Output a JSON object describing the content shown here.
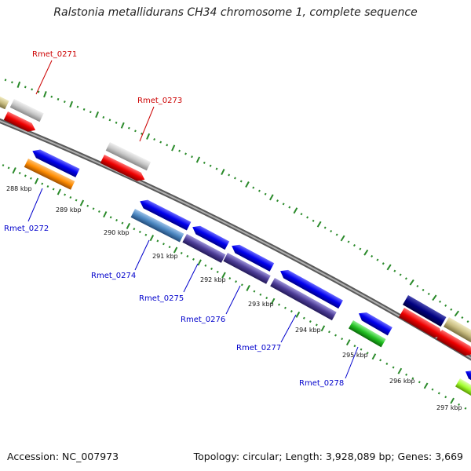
{
  "title": "Ralstonia metallidurans CH34 chromosome 1, complete sequence",
  "footer": {
    "accession": "Accession: NC_007973",
    "topology": "Topology: circular; Length: 3,928,089 bp; Genes: 3,669"
  },
  "colors": {
    "backbone": "#808080",
    "tick": "#2a8a2a",
    "label_forward": "#cc0000",
    "label_reverse": "#0000cc"
  },
  "ticks": [
    "288 kbp",
    "289 kbp",
    "290 kbp",
    "291 kbp",
    "292 kbp",
    "293 kbp",
    "294 kbp",
    "295 kbp",
    "296 kbp",
    "297 kbp"
  ],
  "labels": {
    "top": [
      "Rmet_0271",
      "Rmet_0273"
    ],
    "bottom": [
      "Rmet_0272",
      "Rmet_0274",
      "Rmet_0275",
      "Rmet_0276",
      "Rmet_0277",
      "Rmet_0278"
    ]
  }
}
